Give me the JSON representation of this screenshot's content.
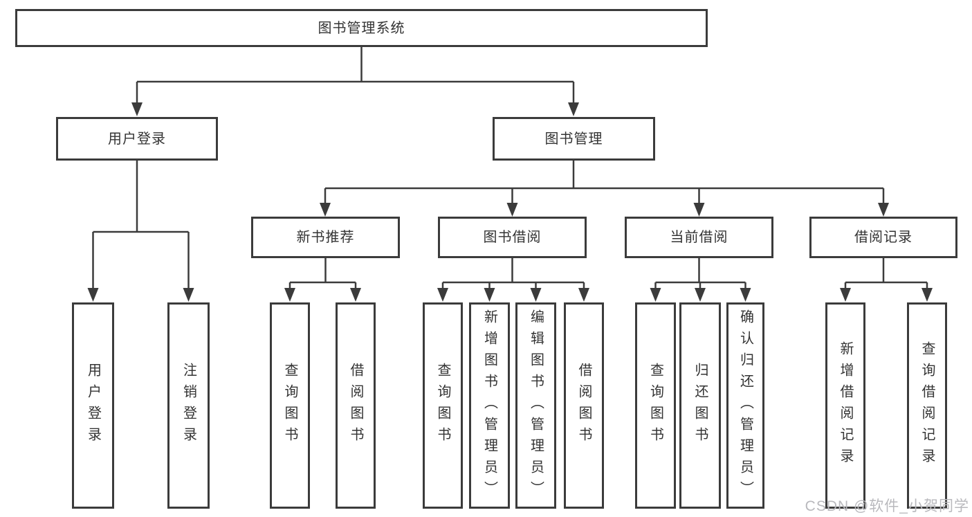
{
  "tree": {
    "label": "图书管理系统",
    "children": [
      {
        "label": "用户登录",
        "children": [
          {
            "label": "用户登录"
          },
          {
            "label": "注销登录"
          }
        ]
      },
      {
        "label": "图书管理",
        "children": [
          {
            "label": "新书推荐",
            "children": [
              {
                "label": "查询图书"
              },
              {
                "label": "借阅图书"
              }
            ]
          },
          {
            "label": "图书借阅",
            "children": [
              {
                "label": "查询图书"
              },
              {
                "label": "新增图书（管理员）"
              },
              {
                "label": "编辑图书（管理员）"
              },
              {
                "label": "借阅图书"
              }
            ]
          },
          {
            "label": "当前借阅",
            "children": [
              {
                "label": "查询图书"
              },
              {
                "label": "归还图书"
              },
              {
                "label": "确认归还（管理员）"
              }
            ]
          },
          {
            "label": "借阅记录",
            "children": [
              {
                "label": "新增借阅记录"
              },
              {
                "label": "查询借阅记录"
              }
            ]
          }
        ]
      }
    ]
  },
  "watermark": {
    "text": "CSDN @软件_小贺同学"
  },
  "colors": {
    "line": "#3b3b3b",
    "box_border": "#3b3b3b",
    "text": "#333333",
    "watermark": "#b9b9bd",
    "background": "#ffffff"
  }
}
